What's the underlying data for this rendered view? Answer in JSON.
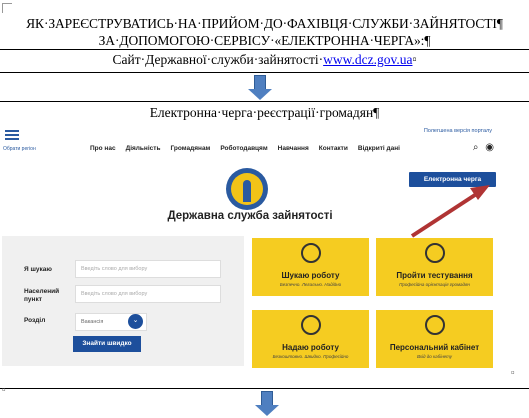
{
  "document": {
    "title_line1": "ЯК·ЗАРЕЄСТРУВАТИСЬ·НА·ПРИЙОМ·ДО·ФАХІВЦЯ·СЛУЖБИ·ЗАЙНЯТОСТІ¶",
    "title_line2": "ЗА·ДОПОМОГОЮ·СЕРВІСУ·«ЕЛЕКТРОННА·ЧЕРГА»:¶",
    "site_prefix": "Сайт·Державної·служби·зайнятості·",
    "site_link": "www.dcz.gov.ua",
    "cell_mark": "¤",
    "subtitle": "Електронна·черга·реєстрації·громадян¶",
    "end_mark": "¤",
    "footer_mark": "¤"
  },
  "portal": {
    "region_label": "Обрати регіон",
    "low_vision_label": "Полегшена версія порталу",
    "nav": [
      "Про нас",
      "Діяльність",
      "Громадянам",
      "Роботодавцям",
      "Навчання",
      "Контакти",
      "Відкриті дані"
    ],
    "electronic_queue_button": "Електронна черга",
    "service_title": "Державна служба зайнятості",
    "search": {
      "looking_label": "Я шукаю",
      "looking_placeholder": "Введіть слово для вибору",
      "locality_label": "Населений пункт",
      "locality_placeholder": "Введіть слово для вибору",
      "section_label": "Розділ",
      "section_value": "Вакансія",
      "find_button": "Знайти швидко"
    },
    "tiles": [
      {
        "title": "Шукаю роботу",
        "subtitle": "Безпечно. Легально. Надійно",
        "icon": "job-search-icon"
      },
      {
        "title": "Пройти тестування",
        "subtitle": "Професійна орієнтація громадян",
        "icon": "testing-icon"
      },
      {
        "title": "Надаю роботу",
        "subtitle": "Безкоштовно. Швидко. Професійно",
        "icon": "handshake-icon"
      },
      {
        "title": "Персональний кабінет",
        "subtitle": "Вхід до кабінету",
        "icon": "lock-icon"
      }
    ]
  },
  "colors": {
    "brand_blue": "#1d4f9c",
    "tile_yellow": "#f5cc21",
    "arrow_blue": "#4f7fc0",
    "red_arrow": "#b03434"
  }
}
